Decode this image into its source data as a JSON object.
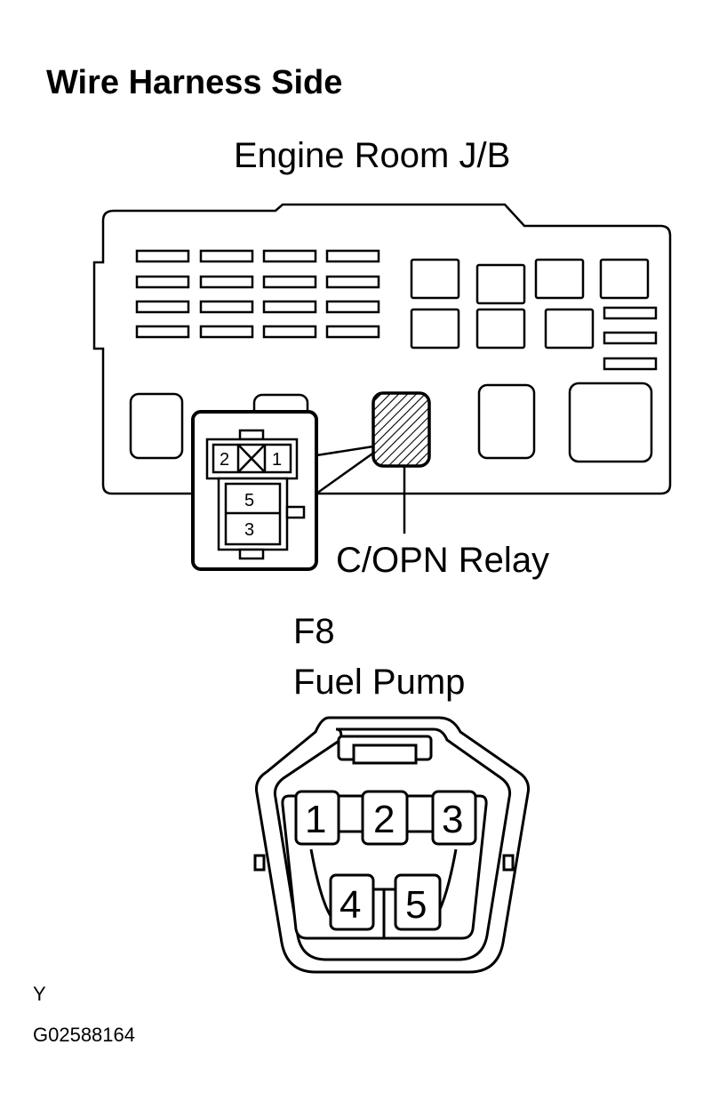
{
  "title": "Wire Harness Side",
  "junction_box": {
    "label": "Engine Room J/B",
    "relay_label": "C/OPN Relay",
    "relay_pins": [
      "2",
      "1",
      "5",
      "3"
    ]
  },
  "connector": {
    "code": "F8",
    "name": "Fuel Pump",
    "pins": [
      "1",
      "2",
      "3",
      "4",
      "5"
    ]
  },
  "footer": {
    "mark": "Y",
    "figure_id": "G02588164"
  }
}
